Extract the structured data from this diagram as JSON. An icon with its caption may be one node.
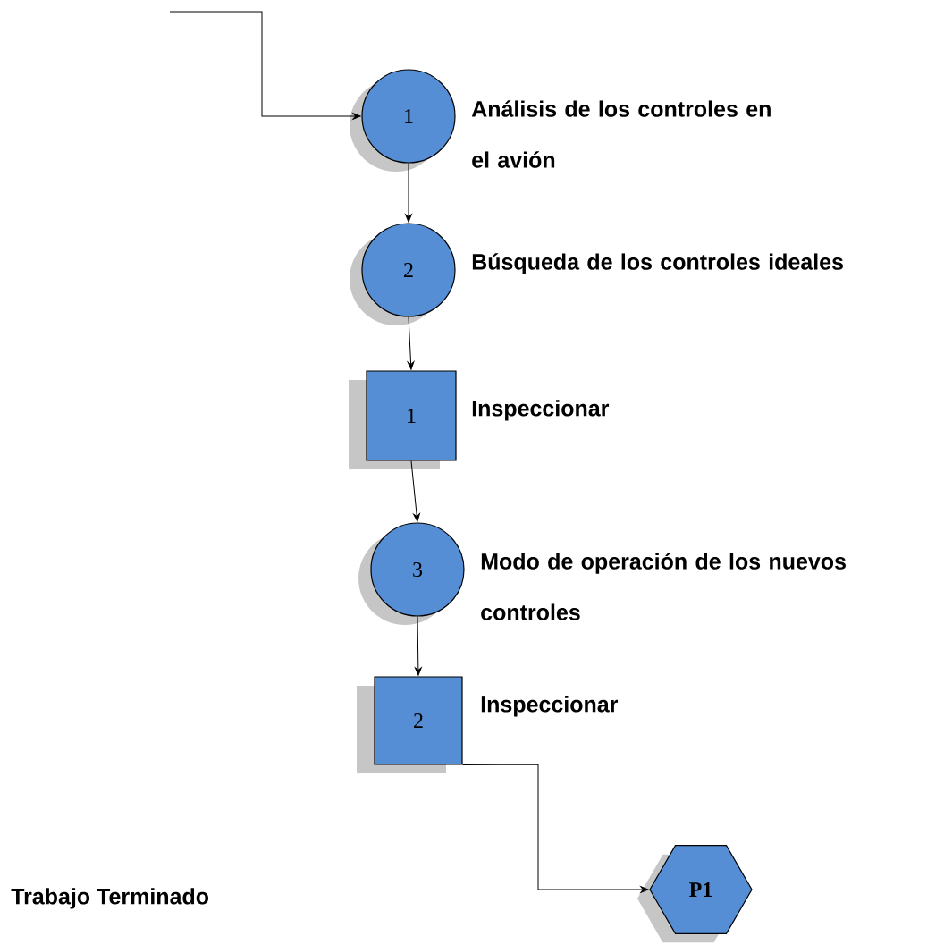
{
  "diagram": {
    "nodes": [
      {
        "text": [
          "1"
        ],
        "beside": [
          "Análisis de los controles en el avión"
        ]
      },
      {
        "text": [
          "2"
        ],
        "beside": [
          "Búsqueda de los controles ideales"
        ]
      },
      {
        "text": [
          "1"
        ],
        "beside": [
          "Inspeccionar"
        ]
      },
      {
        "text": [
          "3"
        ],
        "beside": [
          "Modo de operación de los nuevos controles"
        ]
      },
      {
        "text": [
          "2"
        ],
        "beside": [
          "Inspeccionar"
        ]
      },
      {
        "text": [
          "P1"
        ]
      }
    ],
    "edges": [
      {
        "from": null,
        "to": 0,
        "arrow": "to"
      },
      {
        "from": 0,
        "to": 1,
        "arrow": "to"
      },
      {
        "from": 1,
        "to": 2,
        "arrow": "to"
      },
      {
        "from": 2,
        "to": 3,
        "arrow": "to"
      },
      {
        "from": 3,
        "to": 4,
        "arrow": "to"
      },
      {
        "from": 4,
        "to": 5,
        "arrow": "to"
      }
    ],
    "labels": [
      "Trabajo Terminado"
    ]
  }
}
